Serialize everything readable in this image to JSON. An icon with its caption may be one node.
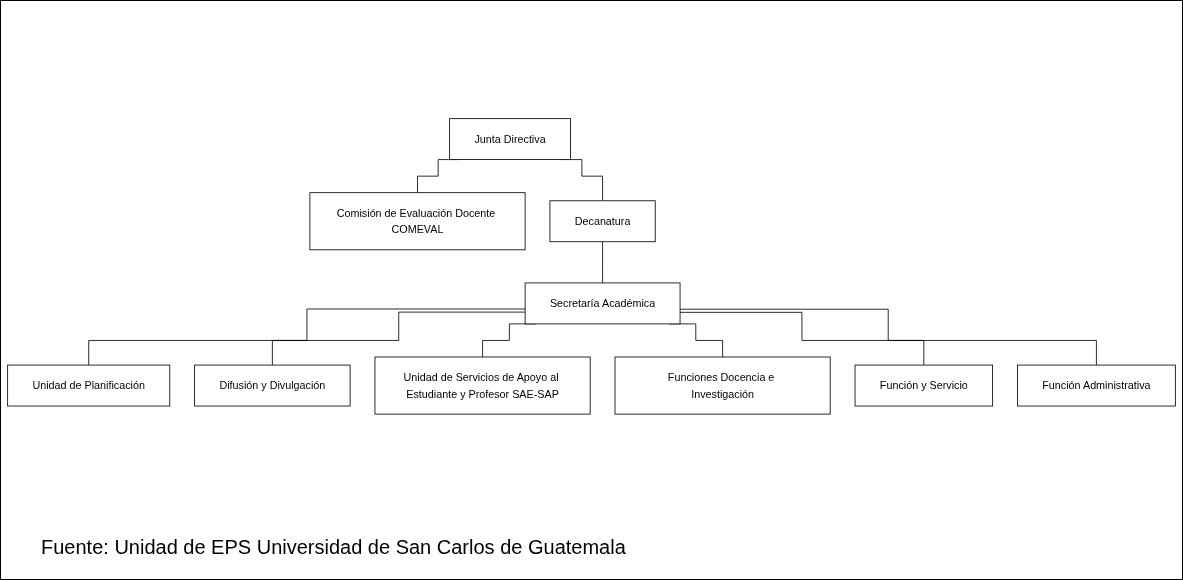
{
  "diagram": {
    "caption": "Fuente: Unidad de EPS Universidad de San Carlos de Guatemala",
    "nodes": [
      {
        "text": [
          "Junta Directiva"
        ]
      },
      {
        "text": [
          "Comisión de Evaluación Docente COMEVAL"
        ]
      },
      {
        "text": [
          "Decanatura"
        ]
      },
      {
        "text": [
          "Secretaría Académica"
        ]
      },
      {
        "text": [
          "Unidad de Planificación"
        ]
      },
      {
        "text": [
          "Difusión y Divulgación"
        ]
      },
      {
        "text": [
          "Unidad de Servicios de Apoyo al Estudiante y Profesor SAE-SAP"
        ]
      },
      {
        "text": [
          "Funciones Docencia e Investigación"
        ]
      },
      {
        "text": [
          "Función y Servicio"
        ]
      },
      {
        "text": [
          "Función Administrativa"
        ]
      }
    ],
    "edges": [
      {
        "from": 0,
        "to": 2,
        "arrow": "none"
      },
      {
        "from": 0,
        "to": 1,
        "arrow": "none"
      },
      {
        "from": 2,
        "to": 3,
        "arrow": "none"
      },
      {
        "from": 3,
        "to": 4,
        "arrow": "none"
      },
      {
        "from": 3,
        "to": 5,
        "arrow": "none"
      },
      {
        "from": 3,
        "to": 6,
        "arrow": "none"
      },
      {
        "from": 3,
        "to": 7,
        "arrow": "none"
      },
      {
        "from": 3,
        "to": 8,
        "arrow": "none"
      },
      {
        "from": 3,
        "to": 9,
        "arrow": "none"
      }
    ]
  }
}
